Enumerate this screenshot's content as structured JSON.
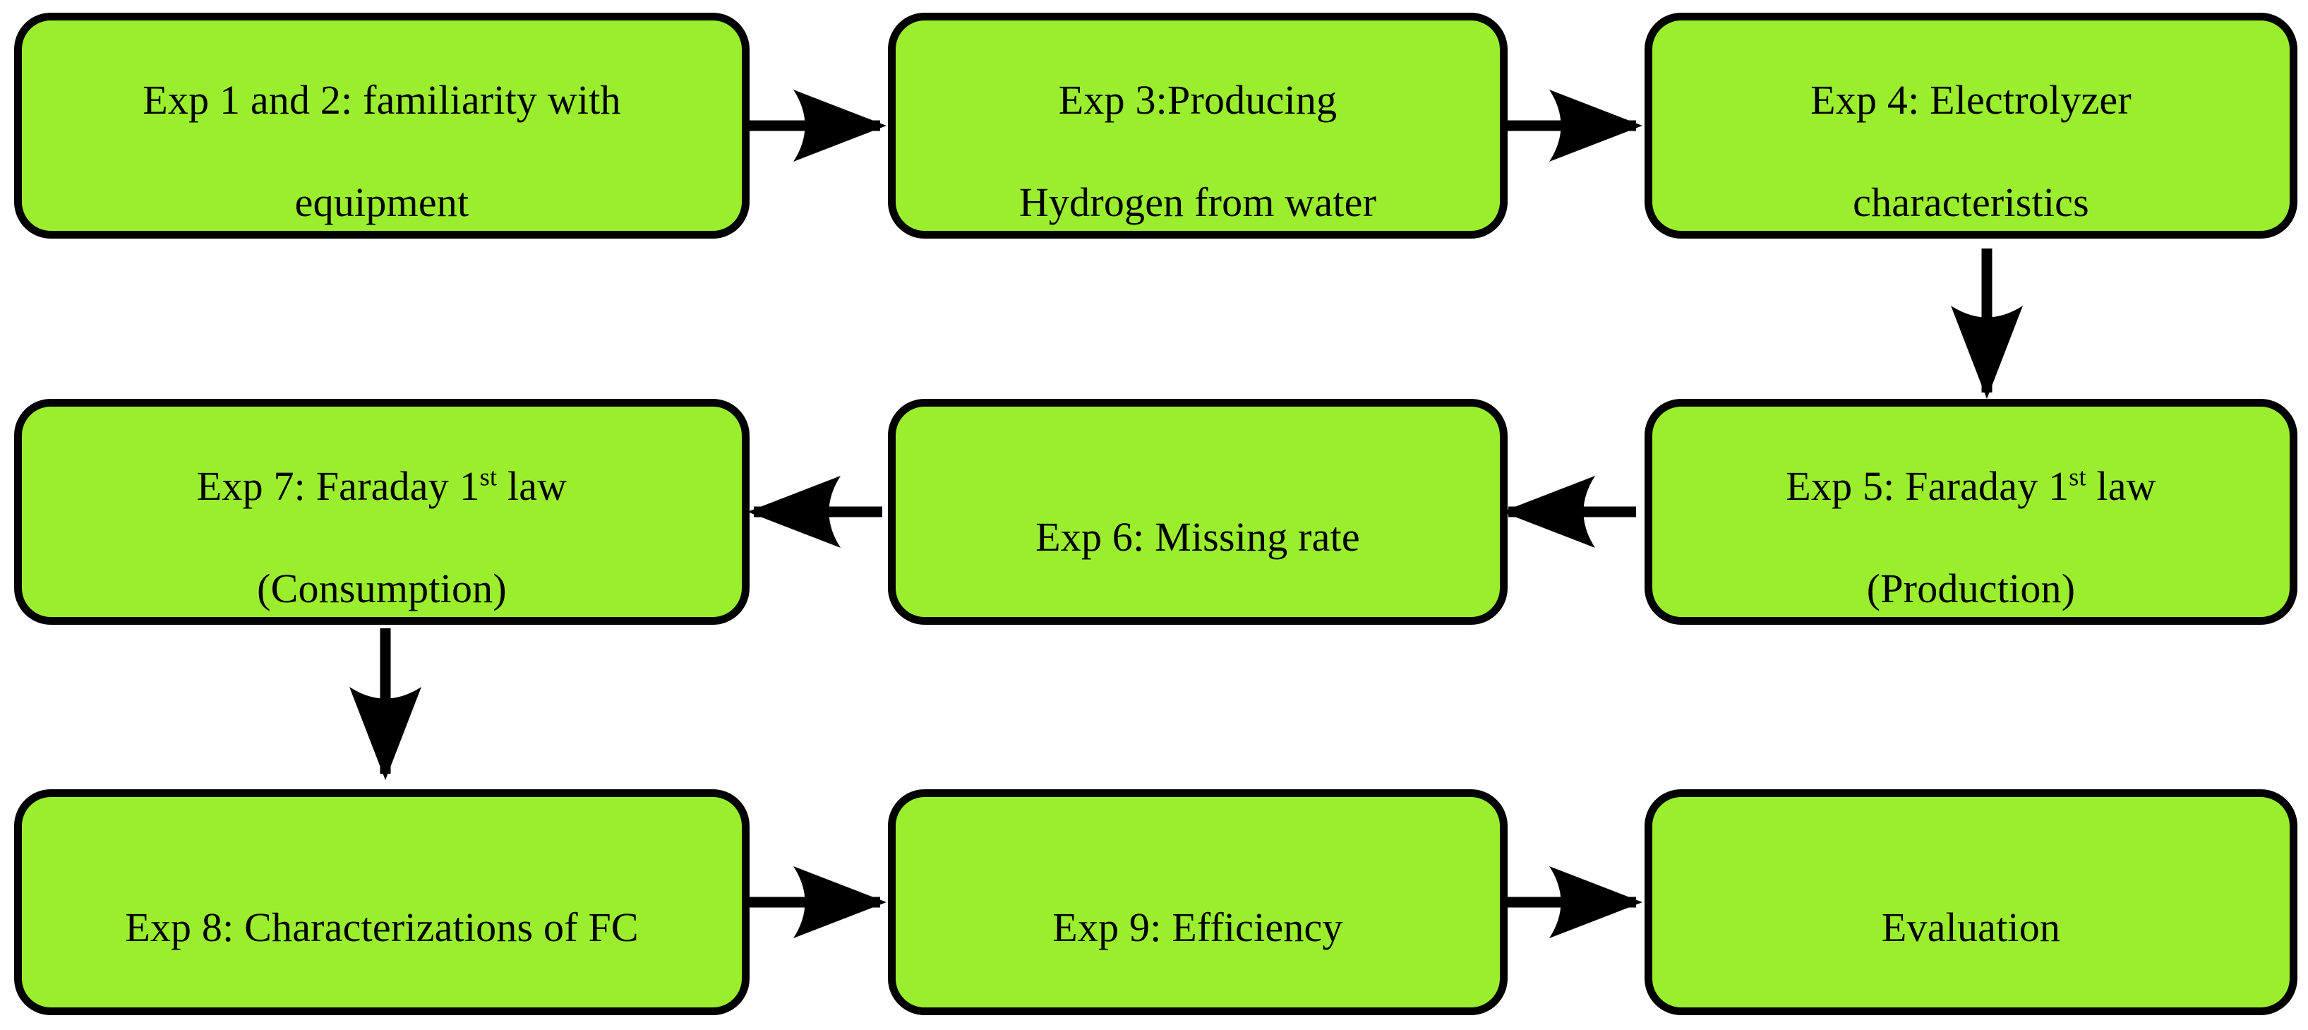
{
  "diagram": {
    "title": "Experiment sequence flowchart",
    "background_color": "#ffffff",
    "node_fill_color": "#9aee2e",
    "node_border_color": "#000000",
    "arrow_color": "#000000",
    "nodes": [
      {
        "id": "exp1-2",
        "label": "Exp 1 and 2: familiarity with\nequipment",
        "line1": "Exp 1 and 2: familiarity with",
        "line2": "equipment",
        "row": 1,
        "column": 1
      },
      {
        "id": "exp3",
        "label": "Exp 3:Producing\nHydrogen from water",
        "line1": "Exp 3:Producing",
        "line2": "Hydrogen from water",
        "row": 1,
        "column": 2
      },
      {
        "id": "exp4",
        "label": "Exp 4: Electrolyzer\ncharacteristics",
        "line1": "Exp 4: Electrolyzer",
        "line2": "characteristics",
        "row": 1,
        "column": 3
      },
      {
        "id": "exp7",
        "label": "Exp 7: Faraday 1st law\n(Consumption)",
        "line1_pre": "Exp 7: Faraday 1",
        "line1_sup": "st",
        "line1_post": " law",
        "line2": "(Consumption)",
        "row": 2,
        "column": 1
      },
      {
        "id": "exp6",
        "label": "Exp 6: Missing rate",
        "line1": "Exp 6: Missing rate",
        "row": 2,
        "column": 2
      },
      {
        "id": "exp5",
        "label": "Exp 5: Faraday 1st law\n(Production)",
        "line1_pre": "Exp 5: Faraday 1",
        "line1_sup": "st",
        "line1_post": " law",
        "line2": "(Production)",
        "row": 2,
        "column": 3
      },
      {
        "id": "exp8",
        "label": "Exp 8: Characterizations of FC",
        "line1": "Exp 8: Characterizations of FC",
        "row": 3,
        "column": 1
      },
      {
        "id": "exp9",
        "label": "Exp 9: Efficiency",
        "line1": "Exp 9: Efficiency",
        "row": 3,
        "column": 2
      },
      {
        "id": "evaluation",
        "label": "Evaluation",
        "line1": "Evaluation",
        "row": 3,
        "column": 3
      }
    ],
    "edges": [
      {
        "id": "edge-1",
        "from": "exp1-2",
        "to": "exp3",
        "direction": "right"
      },
      {
        "id": "edge-2",
        "from": "exp3",
        "to": "exp4",
        "direction": "right"
      },
      {
        "id": "edge-3",
        "from": "exp4",
        "to": "exp5",
        "direction": "down"
      },
      {
        "id": "edge-4",
        "from": "exp5",
        "to": "exp6",
        "direction": "left"
      },
      {
        "id": "edge-5",
        "from": "exp6",
        "to": "exp7",
        "direction": "left"
      },
      {
        "id": "edge-6",
        "from": "exp7",
        "to": "exp8",
        "direction": "down"
      },
      {
        "id": "edge-7",
        "from": "exp8",
        "to": "exp9",
        "direction": "right"
      },
      {
        "id": "edge-8",
        "from": "exp9",
        "to": "evaluation",
        "direction": "right"
      }
    ]
  }
}
